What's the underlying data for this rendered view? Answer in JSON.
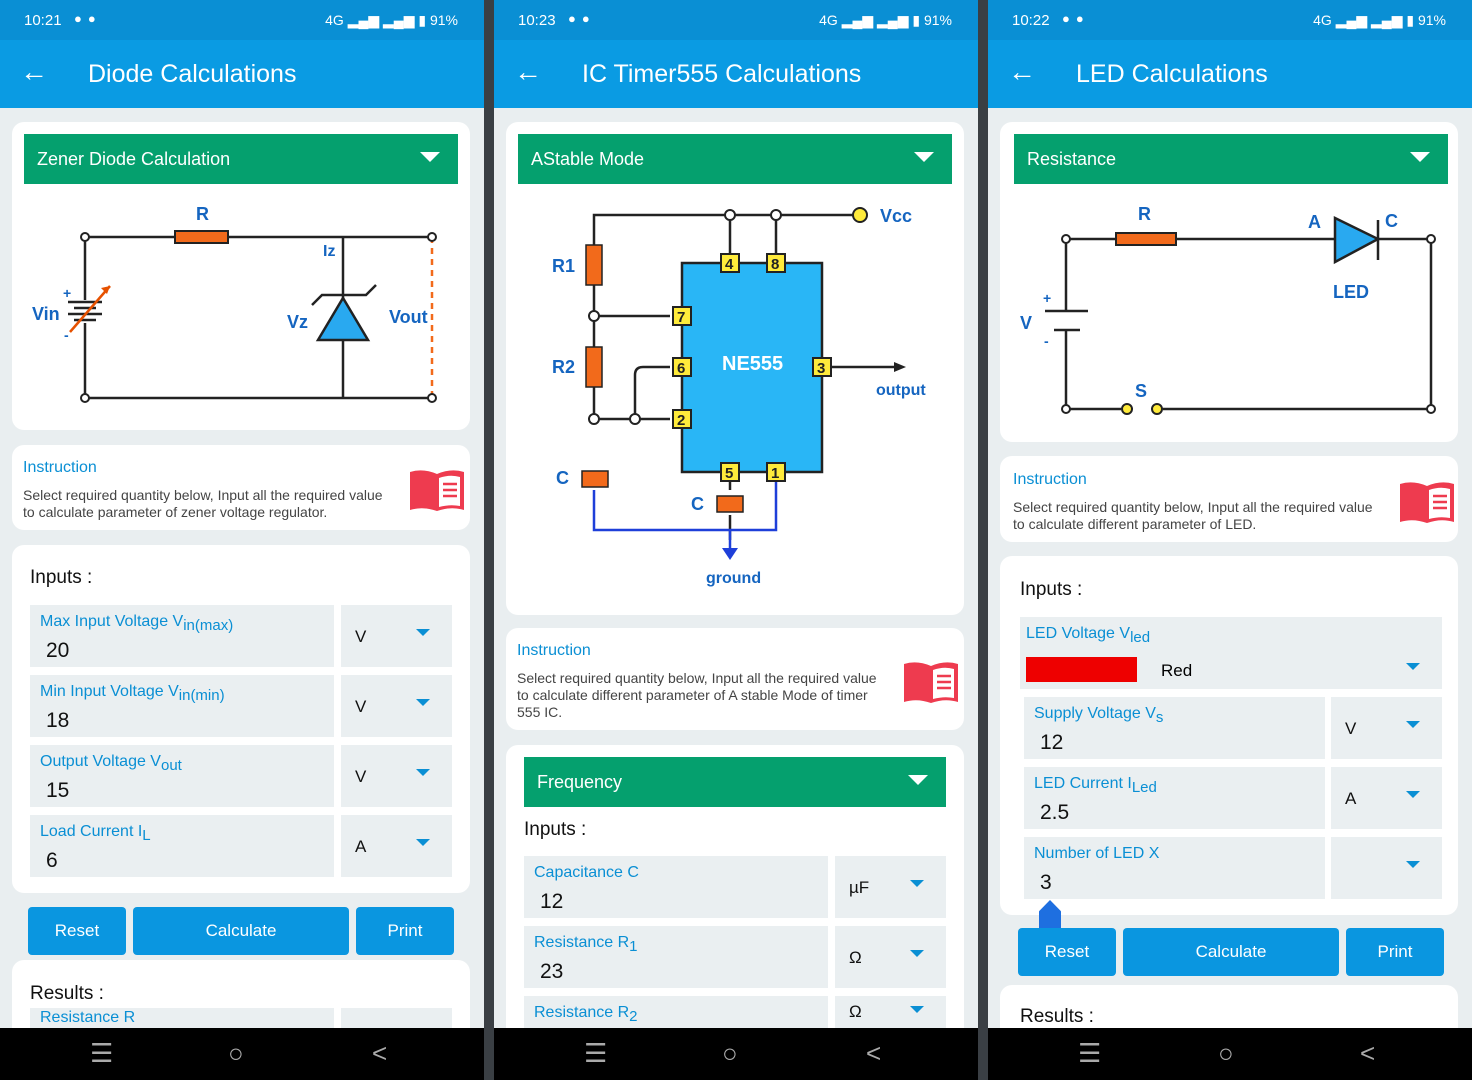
{
  "phones": [
    {
      "status": {
        "time": "10:21",
        "network": "4G",
        "battery": "91%"
      },
      "title": "Diode Calculations",
      "dropdown": "Zener Diode Calculation",
      "diagram": {
        "r": "R",
        "iz": "Iz",
        "vz": "Vz",
        "vin": "Vin",
        "vout": "Vout",
        "plus": "+",
        "minus": "-"
      },
      "instruction": {
        "heading": "Instruction",
        "text": "Select required quantity below, Input all the required value to calculate parameter of zener voltage regulator."
      },
      "inputs_label": "Inputs :",
      "inputs": [
        {
          "label": "Max Input Voltage V",
          "sub": "in(max)",
          "value": "20",
          "unit": "V"
        },
        {
          "label": "Min Input Voltage V",
          "sub": "in(min)",
          "value": "18",
          "unit": "V"
        },
        {
          "label": "Output Voltage V",
          "sub": "out",
          "value": "15",
          "unit": "V"
        },
        {
          "label": "Load Current I",
          "sub": "L",
          "value": "6",
          "unit": "A"
        }
      ],
      "buttons": {
        "reset": "Reset",
        "calculate": "Calculate",
        "print": "Print"
      },
      "results_label": "Results :",
      "results_first": "Resistance R"
    },
    {
      "status": {
        "time": "10:23",
        "network": "4G",
        "battery": "91%"
      },
      "title": "IC Timer555 Calculations",
      "dropdown": "AStable Mode",
      "diagram": {
        "vcc": "Vcc",
        "r1": "R1",
        "r2": "R2",
        "c": "C",
        "c2": "C",
        "chip": "NE555",
        "output": "output",
        "ground": "ground",
        "pins": [
          "4",
          "8",
          "7",
          "6",
          "3",
          "2",
          "5",
          "1"
        ]
      },
      "instruction": {
        "heading": "Instruction",
        "text": "Select required quantity below, Input all the required value to calculate different parameter of A stable Mode of timer 555 IC."
      },
      "dropdown2": "Frequency",
      "inputs_label": "Inputs :",
      "inputs": [
        {
          "label": "Capacitance C",
          "sub": "",
          "value": "12",
          "unit": "µF"
        },
        {
          "label": "Resistance R",
          "sub": "1",
          "value": "23",
          "unit": "Ω"
        },
        {
          "label": "Resistance R",
          "sub": "2",
          "value": "",
          "unit": "Ω"
        }
      ]
    },
    {
      "status": {
        "time": "10:22",
        "network": "4G",
        "battery": "91%"
      },
      "title": "LED Calculations",
      "dropdown": "Resistance",
      "diagram": {
        "r": "R",
        "a": "A",
        "c": "C",
        "led": "LED",
        "v": "V",
        "s": "S",
        "plus": "+",
        "minus": "-"
      },
      "instruction": {
        "heading": "Instruction",
        "text": "Select required quantity below, Input all the required value to calculate different parameter of LED."
      },
      "inputs_label": "Inputs :",
      "led_voltage": {
        "label": "LED Voltage V",
        "sub": "led",
        "color_name": "Red",
        "swatch": "#ee0000"
      },
      "inputs": [
        {
          "label": "Supply Voltage V",
          "sub": "s",
          "value": "12",
          "unit": "V"
        },
        {
          "label": "LED Current I",
          "sub": "Led",
          "value": "2.5",
          "unit": "A"
        },
        {
          "label": "Number of LED X",
          "sub": "",
          "value": "3",
          "unit": ""
        }
      ],
      "buttons": {
        "reset": "Reset",
        "calculate": "Calculate",
        "print": "Print"
      },
      "results_label": "Results :"
    }
  ],
  "colors": {
    "appbar": "#0a9be3",
    "accent_green": "#05a06e",
    "button": "#0a96e0",
    "label_blue": "#0a8fd4"
  }
}
